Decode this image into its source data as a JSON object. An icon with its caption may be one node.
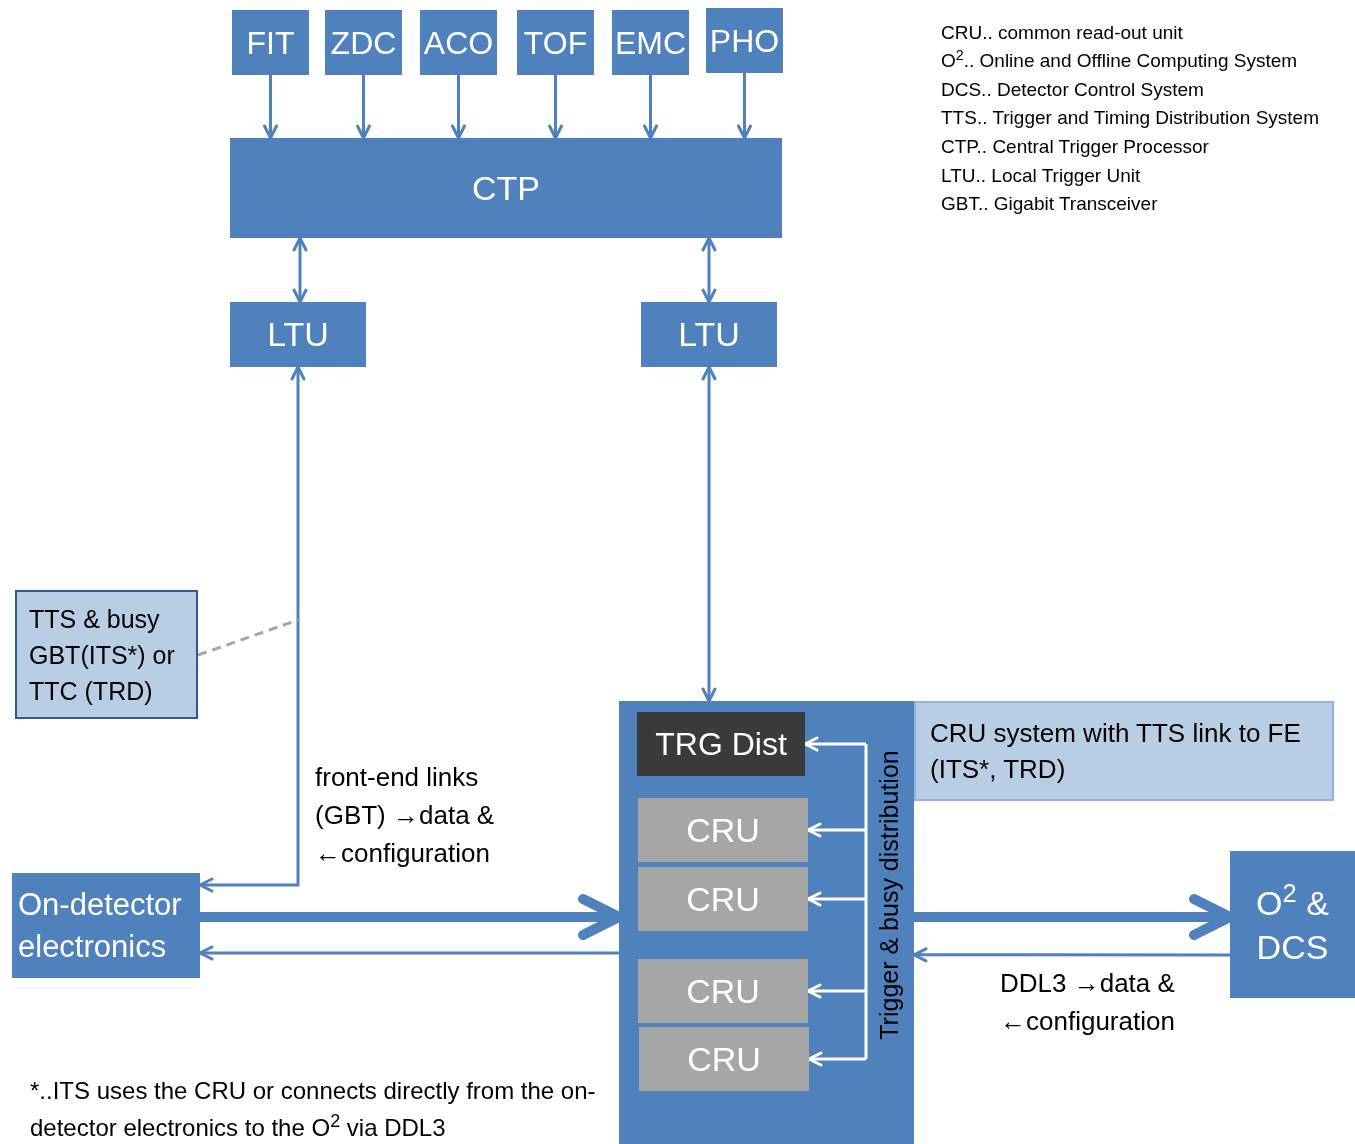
{
  "diagram": {
    "nodes": [
      {
        "text": [
          "FIT"
        ]
      },
      {
        "text": [
          "ZDC"
        ]
      },
      {
        "text": [
          "ACO"
        ]
      },
      {
        "text": [
          "TOF"
        ]
      },
      {
        "text": [
          "EMC"
        ]
      },
      {
        "text": [
          "PHO"
        ]
      },
      {
        "text": [
          "CTP"
        ]
      },
      {
        "text": [
          "LTU"
        ]
      },
      {
        "text": [
          "LTU"
        ]
      },
      {
        "text": [
          "TTS & busy GBT(ITS*) or TTC (TRD)"
        ]
      },
      {
        "text": [
          "On-detector electronics"
        ]
      },
      {
        "text": [
          "Trigger & busy distribution"
        ]
      },
      {
        "text": [
          "CRU system with TTS link to FE (ITS*, TRD)"
        ]
      },
      {
        "text": [
          "TRG Dist"
        ],
        "in": 11
      },
      {
        "text": [
          "CRU"
        ],
        "in": 11
      },
      {
        "text": [
          "CRU"
        ],
        "in": 11
      },
      {
        "text": [
          "CRU"
        ],
        "in": 11
      },
      {
        "text": [
          "CRU"
        ],
        "in": 11
      },
      {
        "text": [
          "O$^{2}$ & DCS"
        ]
      }
    ],
    "edges": [
      {
        "from": 0,
        "to": 6,
        "arrow": "to"
      },
      {
        "from": 1,
        "to": 6,
        "arrow": "to"
      },
      {
        "from": 2,
        "to": 6,
        "arrow": "to"
      },
      {
        "from": 3,
        "to": 6,
        "arrow": "to"
      },
      {
        "from": 4,
        "to": 6,
        "arrow": "to"
      },
      {
        "from": 5,
        "to": 6,
        "arrow": "to"
      },
      {
        "from": 6,
        "to": 7,
        "arrow": "both"
      },
      {
        "from": 6,
        "to": 8,
        "arrow": "both"
      },
      {
        "from": 7,
        "to": 10,
        "arrow": "both"
      },
      {
        "from": 8,
        "to": 11,
        "arrow": "both"
      },
      {
        "from": 9,
        "to": null,
        "arrow": "none",
        "style": "dashed",
        "color": "#a6a6a6"
      },
      {
        "from": 10,
        "to": 11,
        "arrow": "to",
        "style": "thick"
      },
      {
        "from": 11,
        "to": 10,
        "arrow": "to"
      },
      {
        "from": 11,
        "to": 18,
        "arrow": "to",
        "style": "thick"
      },
      {
        "from": 18,
        "to": 11,
        "arrow": "to"
      },
      {
        "from": null,
        "to": 13,
        "arrow": "to",
        "color": "#ffffff"
      },
      {
        "from": null,
        "to": 14,
        "arrow": "to",
        "color": "#ffffff"
      },
      {
        "from": null,
        "to": 15,
        "arrow": "to",
        "color": "#ffffff"
      },
      {
        "from": null,
        "to": 16,
        "arrow": "to",
        "color": "#ffffff"
      },
      {
        "from": null,
        "to": 17,
        "arrow": "to",
        "color": "#ffffff"
      }
    ],
    "labels": [
      "CRU.. common read-out unit",
      "O$^{2}$.. Online and Offline Computing System",
      "DCS.. Detector Control System",
      "TTS.. Trigger and Timing Distribution System",
      "CTP.. Central Trigger Processor",
      "LTU.. Local Trigger Unit",
      "GBT.. Gigabit Transceiver",
      "front-end links (GBT) →data & ←configuration",
      "DDL3 →data & ←configuration",
      "*..ITS uses the CRU or connects directly from the on-detector electronics to the O$^{2}$ via DDL3"
    ]
  }
}
